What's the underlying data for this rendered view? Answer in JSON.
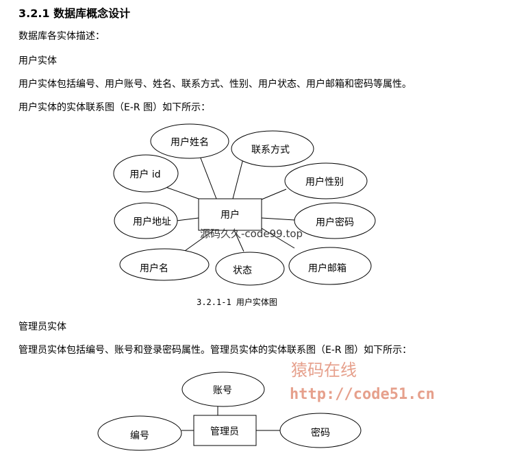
{
  "section_title": "3.2.1 数据库概念设计",
  "intro": "数据库各实体描述：",
  "user": {
    "heading": "用户实体",
    "desc": "用户实体包括编号、用户账号、姓名、联系方式、性别、用户状态、用户邮箱和密码等属性。",
    "er_intro": "用户实体的实体联系图（E-R 图）如下所示：",
    "entity": "用户",
    "attributes": {
      "name": "用户姓名",
      "contact": "联系方式",
      "id": "用户 id",
      "gender": "用户性别",
      "address": "用户地址",
      "password": "用户密码",
      "username": "用户名",
      "status": "状态",
      "email": "用户邮箱"
    },
    "caption": "3.2.1-1 用户实体图"
  },
  "admin": {
    "heading": "管理员实体",
    "desc": "管理员实体包括编号、账号和登录密码属性。管理员实体的实体联系图（E-R 图）如下所示：",
    "entity": "管理员",
    "attributes": {
      "account": "账号",
      "number": "编号",
      "password": "密码"
    }
  },
  "watermarks": {
    "wm1": "源码久久-code99.top",
    "wm2_line1": "猿码在线",
    "wm2_line2": "http://code51.cn"
  }
}
